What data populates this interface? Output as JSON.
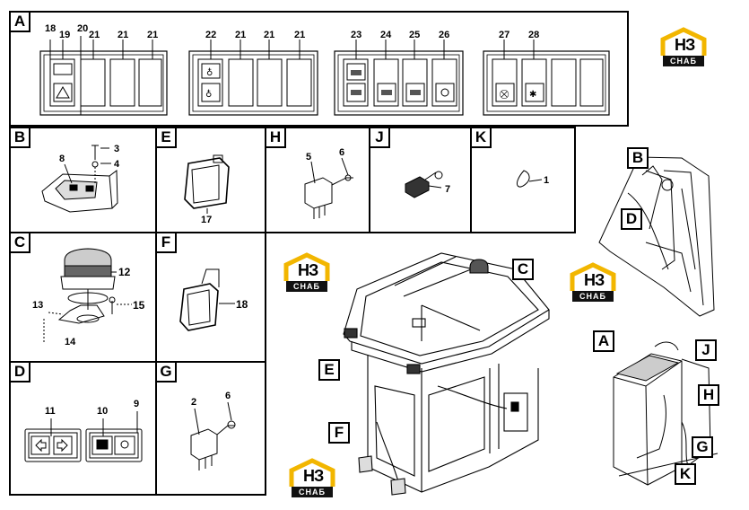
{
  "panels": {
    "A": "A",
    "B": "B",
    "C": "C",
    "D": "D",
    "E": "E",
    "F": "F",
    "G": "G",
    "H": "H",
    "J": "J",
    "K": "K"
  },
  "switch_labels": {
    "n18": "18",
    "n19": "19",
    "n20": "20",
    "n21a": "21",
    "n21b": "21",
    "n21c": "21",
    "n22": "22",
    "n21d": "21",
    "n21e": "21",
    "n21f": "21",
    "n23": "23",
    "n24": "24",
    "n25": "25",
    "n26": "26",
    "n27": "27",
    "n28": "28"
  },
  "part_labels": {
    "p3": "3",
    "p4": "4",
    "p8": "8",
    "p17": "17",
    "p5": "5",
    "p6h": "6",
    "p7": "7",
    "p1": "1",
    "p12": "12",
    "p13": "13",
    "p15": "15",
    "p14": "14",
    "p18": "18",
    "p11": "11",
    "p10": "10",
    "p9": "9",
    "p2": "2",
    "p6g": "6"
  },
  "callouts": {
    "cab_C": "C",
    "cab_E": "E",
    "cab_F": "F",
    "rear_B": "B",
    "rear_D": "D",
    "console_A": "A",
    "console_J": "J",
    "console_H": "H",
    "console_G": "G",
    "console_K": "K"
  },
  "logo": {
    "letters": "НЗ",
    "caption": "СНАБ",
    "color_roof": "#f2b600",
    "color_bar": "#111111"
  }
}
